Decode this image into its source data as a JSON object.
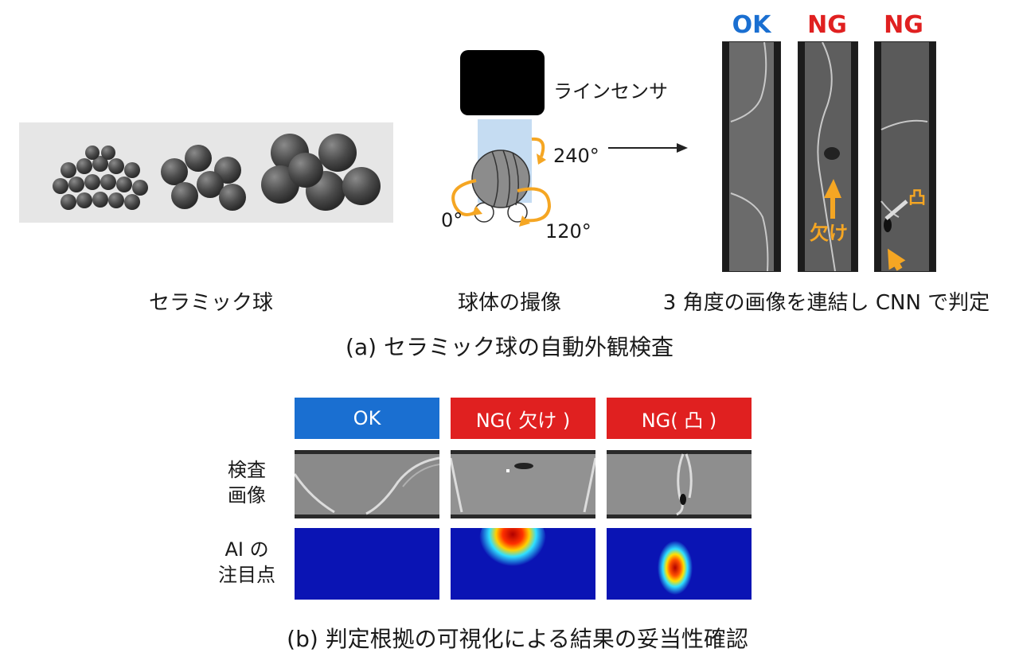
{
  "colors": {
    "ok": "#1a6fd1",
    "ng": "#e02020",
    "annot": "#f5a623"
  },
  "section_a": {
    "captions": {
      "balls": "セラミック球",
      "imaging": "球体の撮像",
      "concat": "3 角度の画像を連結し CNN で判定"
    },
    "title": "(a) セラミック球の自動外観検査",
    "sensor_label": "ラインセンサ",
    "angles": {
      "a240": "240°",
      "a0": "0°",
      "a120": "120°"
    },
    "strip_headers": [
      "OK",
      "NG",
      "NG"
    ],
    "annotations": {
      "chip": "欠け",
      "bump": "凸"
    }
  },
  "section_b": {
    "headers": [
      "OK",
      "NG( 欠け )",
      "NG( 凸 )"
    ],
    "row_labels": {
      "inspection": "検査\n画像",
      "attention": "AI の\n注目点"
    },
    "title": "(b) 判定根拠の可視化による結果の妥当性確認"
  }
}
